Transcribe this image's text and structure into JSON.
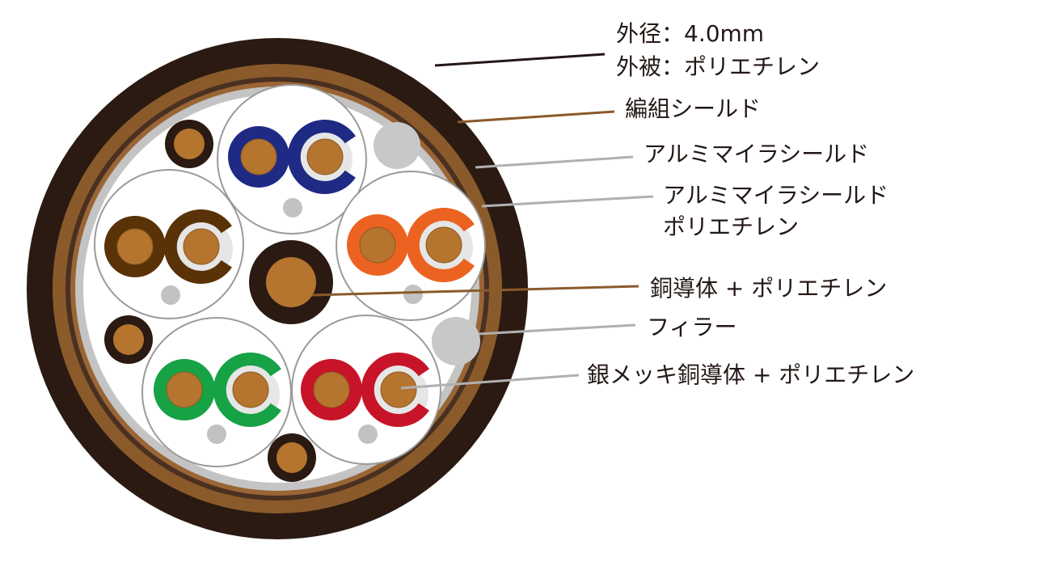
{
  "labels": {
    "outer_diameter": "外径：4.0mm",
    "jacket": "外被：ポリエチレン",
    "braid_shield": "編組シールド",
    "alu_mylar_shield": "アルミマイラシールド",
    "pair_shield_line1": "アルミマイラシールド",
    "pair_shield_line2": "ポリエチレン",
    "copper_conductor": "銅導体 + ポリエチレン",
    "filler": "フィラー",
    "silver_copper_conductor": "銀メッキ銅導体 + ポリエチレン"
  },
  "colors": {
    "jacket": "#2a1a12",
    "braid": "#8a5a2b",
    "mylar": "#bdbdbd",
    "copper": "#b5752f",
    "pair_blue": "#1f2a85",
    "pair_orange": "#ec6220",
    "pair_brown": "#5a3208",
    "pair_green": "#17a245",
    "pair_red": "#c81428",
    "filler": "#c8c8c8"
  }
}
